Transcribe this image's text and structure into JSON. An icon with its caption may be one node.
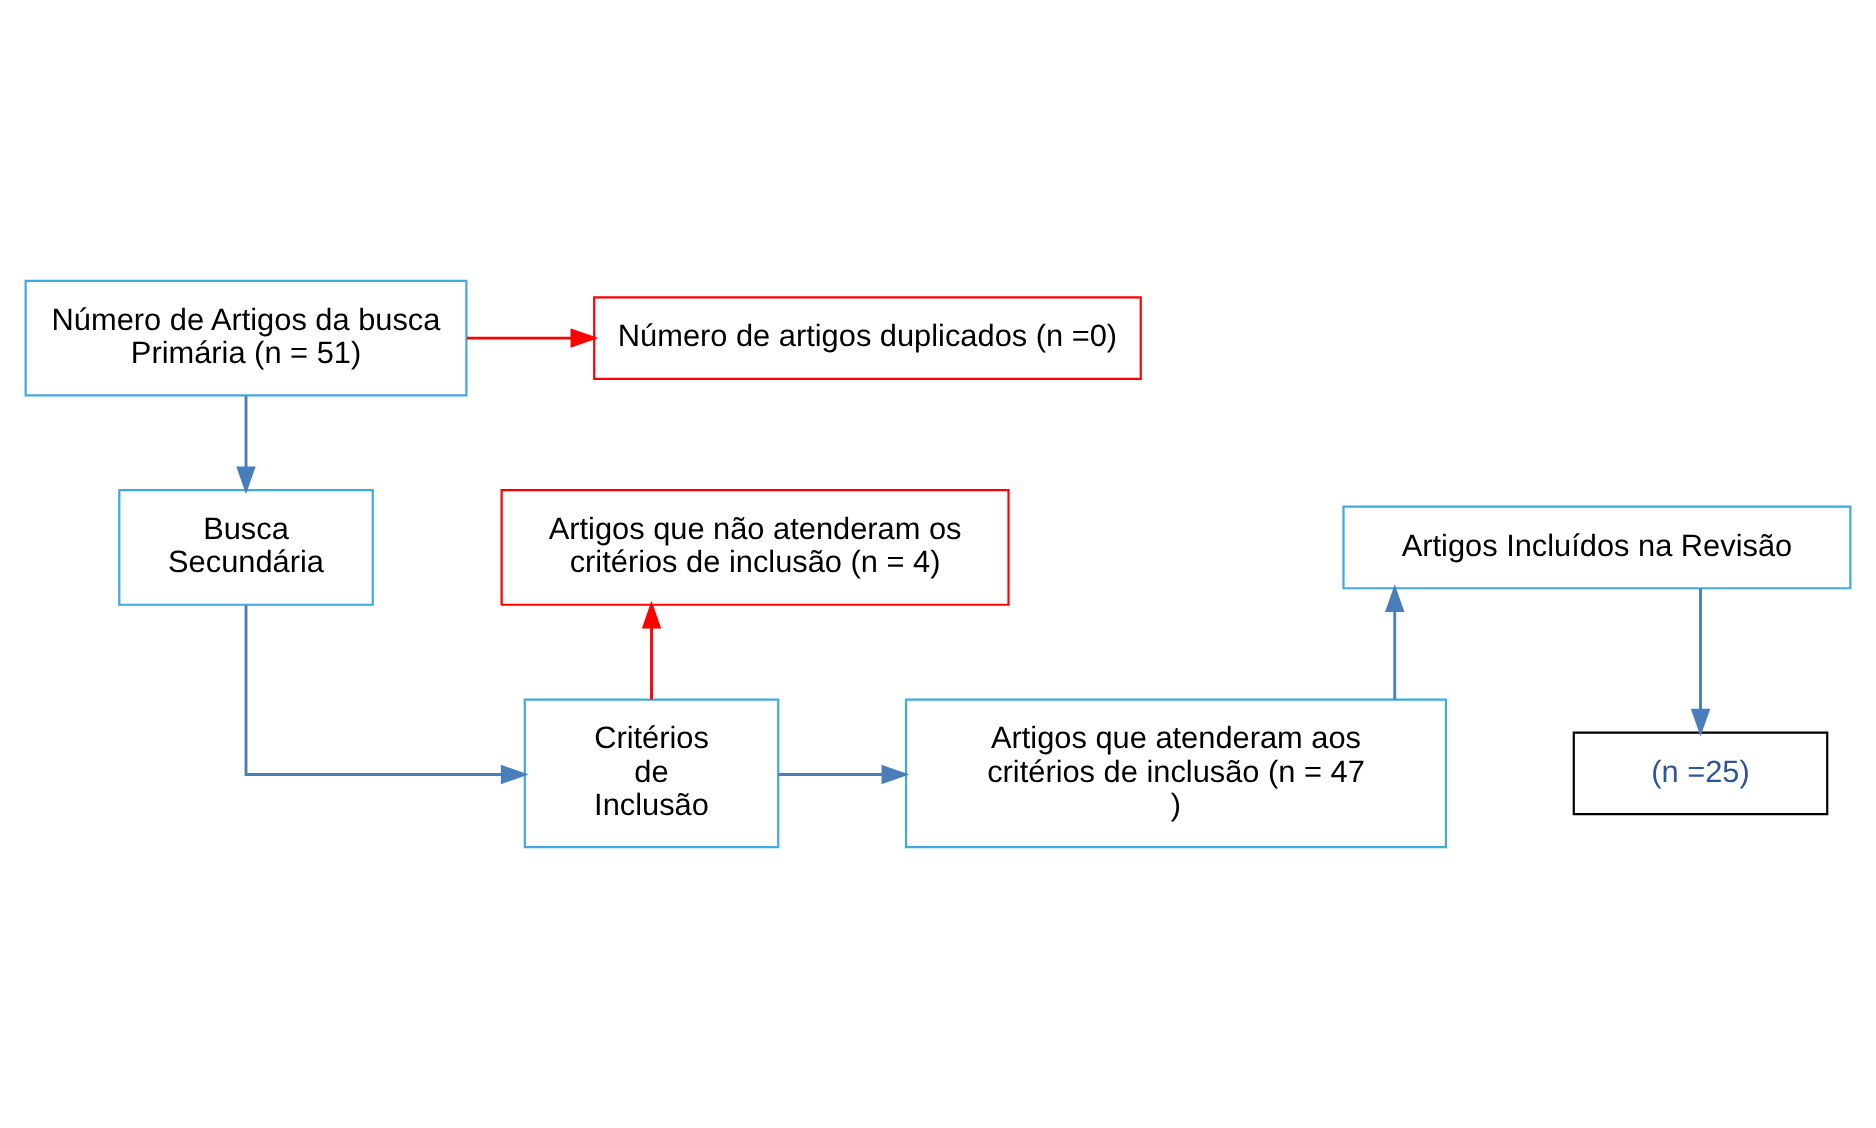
{
  "diagram": {
    "nodes": [
      {
        "text": [
          "Número de Artigos da busca Primária (n = 51)"
        ]
      },
      {
        "text": [
          "Número de artigos duplicados (n =0)"
        ]
      },
      {
        "text": [
          "Busca Secundária"
        ]
      },
      {
        "text": [
          "Artigos que não atenderam os critérios de inclusão (n = 4)"
        ]
      },
      {
        "text": [
          "Artigos Incluídos na Revisão"
        ]
      },
      {
        "text": [
          "(n =25)"
        ]
      },
      {
        "text": [
          "Critérios de Inclusão"
        ]
      },
      {
        "text": [
          "Artigos que atenderam aos critérios de inclusão (n = 47 )"
        ]
      }
    ],
    "edges": [
      {
        "from": 0,
        "to": 1,
        "arrow": "to",
        "color": "#ff0000"
      },
      {
        "from": 0,
        "to": 2,
        "arrow": "to"
      },
      {
        "from": 2,
        "to": 6,
        "arrow": "to"
      },
      {
        "from": 6,
        "to": 3,
        "arrow": "to",
        "color": "#ff0000"
      },
      {
        "from": 6,
        "to": 7,
        "arrow": "to"
      },
      {
        "from": 7,
        "to": 4,
        "arrow": "to"
      },
      {
        "from": 4,
        "to": 5,
        "arrow": "to"
      }
    ]
  }
}
